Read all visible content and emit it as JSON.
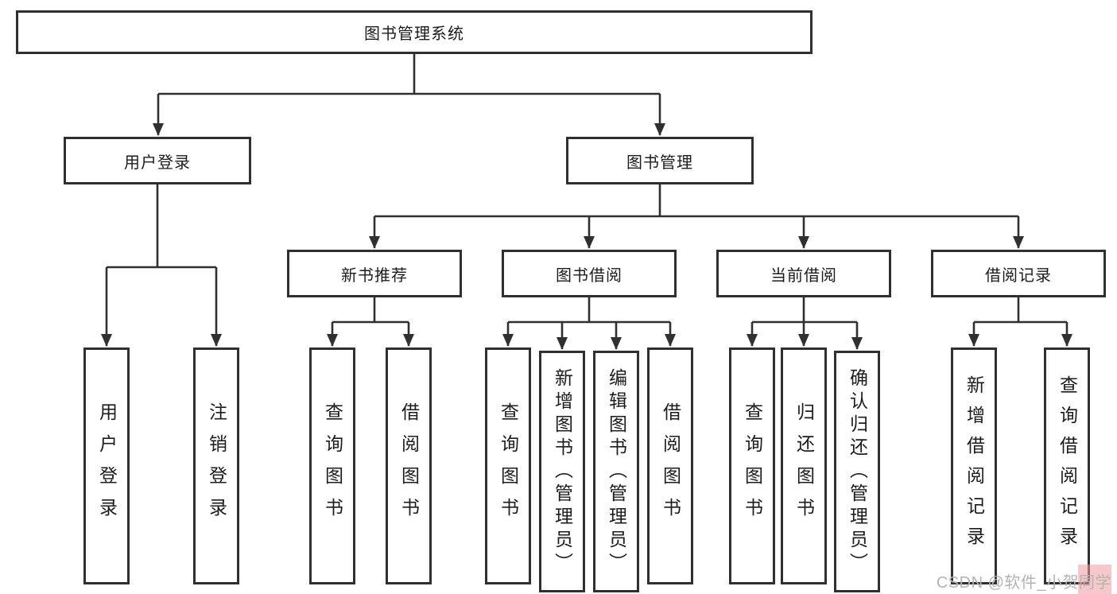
{
  "tree": {
    "label": "图书管理系统",
    "children": [
      {
        "label": "用户登录",
        "children": [
          {
            "label": "用户登录"
          },
          {
            "label": "注销登录"
          }
        ]
      },
      {
        "label": "图书管理",
        "children": [
          {
            "label": "新书推荐",
            "children": [
              {
                "label": "查询图书"
              },
              {
                "label": "借阅图书"
              }
            ]
          },
          {
            "label": "图书借阅",
            "children": [
              {
                "label": "查询图书"
              },
              {
                "label": "新增图书（管理员）"
              },
              {
                "label": "编辑图书（管理员）"
              },
              {
                "label": "借阅图书"
              }
            ]
          },
          {
            "label": "当前借阅",
            "children": [
              {
                "label": "查询图书"
              },
              {
                "label": "归还图书"
              },
              {
                "label": "确认归还（管理员）"
              }
            ]
          },
          {
            "label": "借阅记录",
            "children": [
              {
                "label": "新增借阅记录"
              },
              {
                "label": "查询借阅记录"
              }
            ]
          }
        ]
      }
    ]
  },
  "watermark": {
    "text": "CSDN @软件_小贺同学"
  },
  "colors": {
    "line": "#303030",
    "box_border": "#303030",
    "text": "#1c1c1c",
    "background": "#ffffff",
    "watermark_text": "#b5b2b2",
    "watermark_accent": "#ef9aa0"
  }
}
